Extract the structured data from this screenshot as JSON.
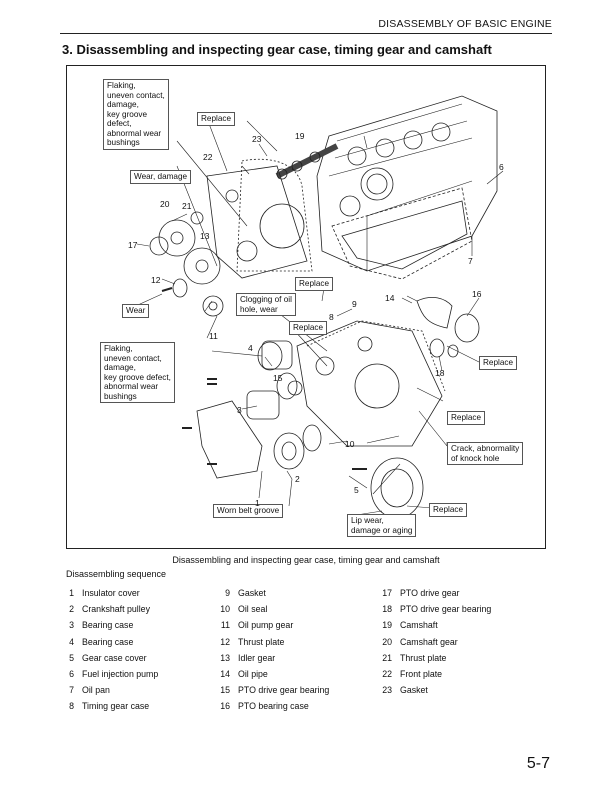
{
  "header": {
    "title": "DISASSEMBLY OF BASIC ENGINE"
  },
  "section": {
    "title": "3. Disassembling and inspecting gear case, timing gear and camshaft"
  },
  "figure": {
    "callouts": {
      "flaking_top": "Flaking,\nuneven contact,\ndamage,\nkey groove\ndefect,\nabnormal wear\nbushings",
      "replace_23": "Replace",
      "wear_damage": "Wear, damage",
      "wear": "Wear",
      "replace_7": "Replace",
      "clogging": "Clogging of oil\nhole, wear",
      "replace_9": "Replace",
      "flaking_bottom": "Flaking,\nuneven contact,\ndamage,\nkey groove defect,\nabnormal wear\nbushings",
      "replace_16": "Replace",
      "replace_10": "Replace",
      "crack": "Crack, abnormality\nof knock hole",
      "worn_belt": "Worn belt groove",
      "lip_wear": "Lip wear,\ndamage or aging",
      "replace_5": "Replace"
    },
    "numbers": {
      "n1": "1",
      "n2": "2",
      "n3": "3",
      "n4": "4",
      "n5": "5",
      "n6": "6",
      "n7": "7",
      "n8": "8",
      "n9": "9",
      "n10": "10",
      "n11": "11",
      "n12": "12",
      "n13": "13",
      "n14": "14",
      "n15": "15",
      "n16": "16",
      "n17": "17",
      "n18": "18",
      "n19": "19",
      "n20": "20",
      "n21": "21",
      "n22": "22",
      "n23": "23"
    },
    "caption": "Disassembling and inspecting gear case, timing gear and camshaft"
  },
  "sequence": {
    "title": "Disassembling sequence",
    "columns": [
      [
        {
          "n": "1",
          "label": "Insulator cover"
        },
        {
          "n": "2",
          "label": "Crankshaft pulley"
        },
        {
          "n": "3",
          "label": "Bearing case"
        },
        {
          "n": "4",
          "label": "Bearing case"
        },
        {
          "n": "5",
          "label": "Gear case cover"
        },
        {
          "n": "6",
          "label": "Fuel injection pump"
        },
        {
          "n": "7",
          "label": "Oil pan"
        },
        {
          "n": "8",
          "label": "Timing gear case"
        }
      ],
      [
        {
          "n": "9",
          "label": "Gasket"
        },
        {
          "n": "10",
          "label": "Oil seal"
        },
        {
          "n": "11",
          "label": "Oil pump gear"
        },
        {
          "n": "12",
          "label": "Thrust plate"
        },
        {
          "n": "13",
          "label": "Idler gear"
        },
        {
          "n": "14",
          "label": "Oil pipe"
        },
        {
          "n": "15",
          "label": "PTO drive gear bearing"
        },
        {
          "n": "16",
          "label": "PTO bearing case"
        }
      ],
      [
        {
          "n": "17",
          "label": "PTO drive gear"
        },
        {
          "n": "18",
          "label": "PTO drive gear bearing"
        },
        {
          "n": "19",
          "label": "Camshaft"
        },
        {
          "n": "20",
          "label": "Camshaft gear"
        },
        {
          "n": "21",
          "label": "Thrust plate"
        },
        {
          "n": "22",
          "label": "Front plate"
        },
        {
          "n": "23",
          "label": "Gasket"
        }
      ]
    ]
  },
  "footer": {
    "page_number": "5-7"
  }
}
